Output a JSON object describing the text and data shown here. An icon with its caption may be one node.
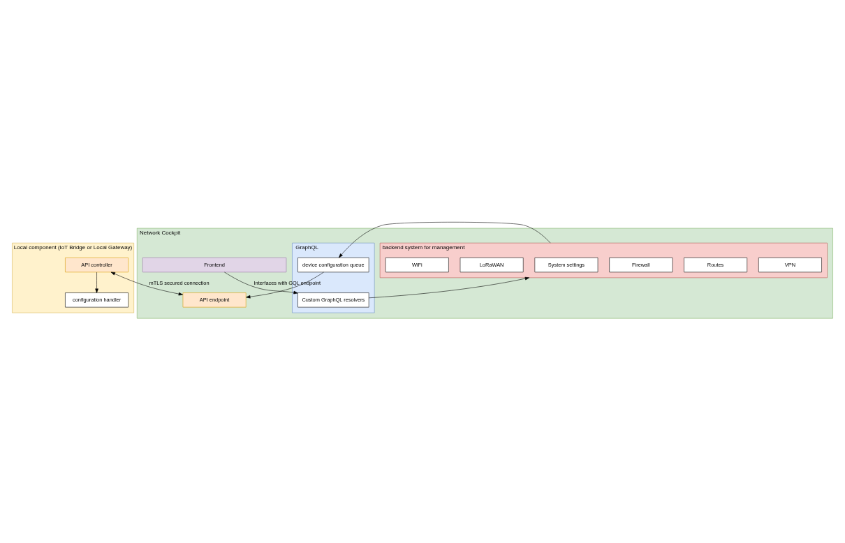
{
  "diagram": {
    "nodes": [
      {
        "text": [
          "Local component (IoT Bridge or Local Gateway)"
        ]
      },
      {
        "text": [
          "API controller"
        ],
        "in": 0
      },
      {
        "text": [
          "configuration handler"
        ],
        "in": 0
      },
      {
        "text": [
          "Network Cockpit"
        ]
      },
      {
        "text": [
          "API endpoint"
        ],
        "in": 3
      },
      {
        "text": [
          "GraphQL"
        ],
        "in": 3
      },
      {
        "text": [
          "device configuration queue"
        ],
        "in": 5
      },
      {
        "text": [
          "Custom GraphQL resolvers"
        ],
        "in": 5
      },
      {
        "text": [
          "backend system for management"
        ],
        "in": 3
      },
      {
        "text": [
          "VPN"
        ],
        "in": 8
      },
      {
        "text": [
          "Routes"
        ],
        "in": 8
      },
      {
        "text": [
          "Firewall"
        ],
        "in": 8
      },
      {
        "text": [
          "System settings"
        ],
        "in": 8
      },
      {
        "text": [
          "LoRaWAN"
        ],
        "in": 8
      },
      {
        "text": [
          "WiFi"
        ],
        "in": 8
      },
      {
        "text": [
          "Frontend"
        ],
        "in": 3
      }
    ],
    "edges": [
      {
        "from": 1,
        "to": 4,
        "arrow": "both",
        "label": "mTLS secured connection"
      },
      {
        "from": 1,
        "to": 2,
        "arrow": "to"
      },
      {
        "from": 6,
        "to": 4,
        "arrow": "to"
      },
      {
        "from": 8,
        "to": 6,
        "arrow": "to"
      },
      {
        "from": 7,
        "to": 8,
        "arrow": "to"
      },
      {
        "from": 15,
        "to": 7,
        "arrow": "to",
        "label": "Interfaces with GQL endpoint"
      }
    ]
  }
}
